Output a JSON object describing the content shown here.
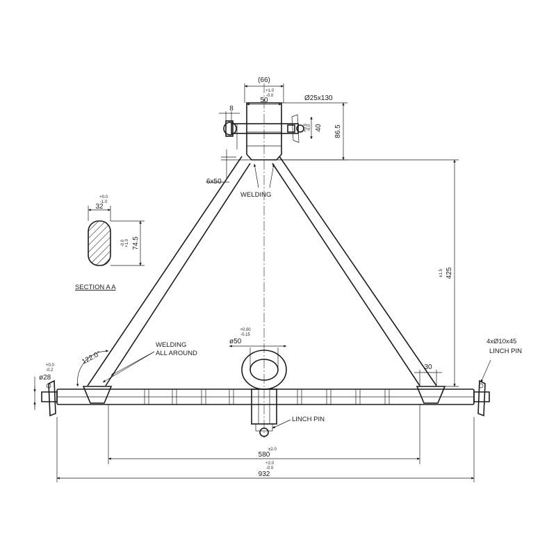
{
  "colors": {
    "line": "#1a1a1a",
    "background": "#ffffff"
  },
  "dimensions": {
    "top_width_ref": "(66)",
    "top_width": "50",
    "top_width_tol_upper": "+1.0",
    "top_width_tol_lower": "-0.0",
    "pin_offset": "8",
    "top_pin": "Ø25x130",
    "top_pin_height": "40",
    "top_pin_height_tol_upper": "+0.5",
    "top_pin_height_tol_lower": "-0.0",
    "top_height": "86.5",
    "flat_bar": "6x50",
    "mast_height": "425",
    "mast_height_tol": "±1.5",
    "angle": "122.0°",
    "section_width": "32",
    "section_width_tol_upper": "+0.0",
    "section_width_tol_lower": "-1.0",
    "section_height": "74.5",
    "section_height_tol_upper": "-0.0",
    "section_height_tol_lower": "+1.0",
    "center_hole": "ø50",
    "center_hole_tol_upper": "+0.00",
    "center_hole_tol_lower": "-0.15",
    "lower_pin": "ø28",
    "lower_pin_tol_upper": "+0.0",
    "lower_pin_tol_lower": "-0.2",
    "inner_span": "30",
    "span_580": "580",
    "span_580_tol": "±2.0",
    "span_932": "932",
    "span_932_tol_upper": "+2.0",
    "span_932_tol_lower": "-0.0"
  },
  "labels": {
    "welding_top": "WELDING",
    "welding_left_line1": "WELDING",
    "welding_left_line2": "ALL AROUND",
    "section": "SECTION A A",
    "linch_pin_center": "LINCH PIN",
    "linch_pin_right_line1": "4xØ10x45",
    "linch_pin_right_line2": "LINCH PIN"
  }
}
